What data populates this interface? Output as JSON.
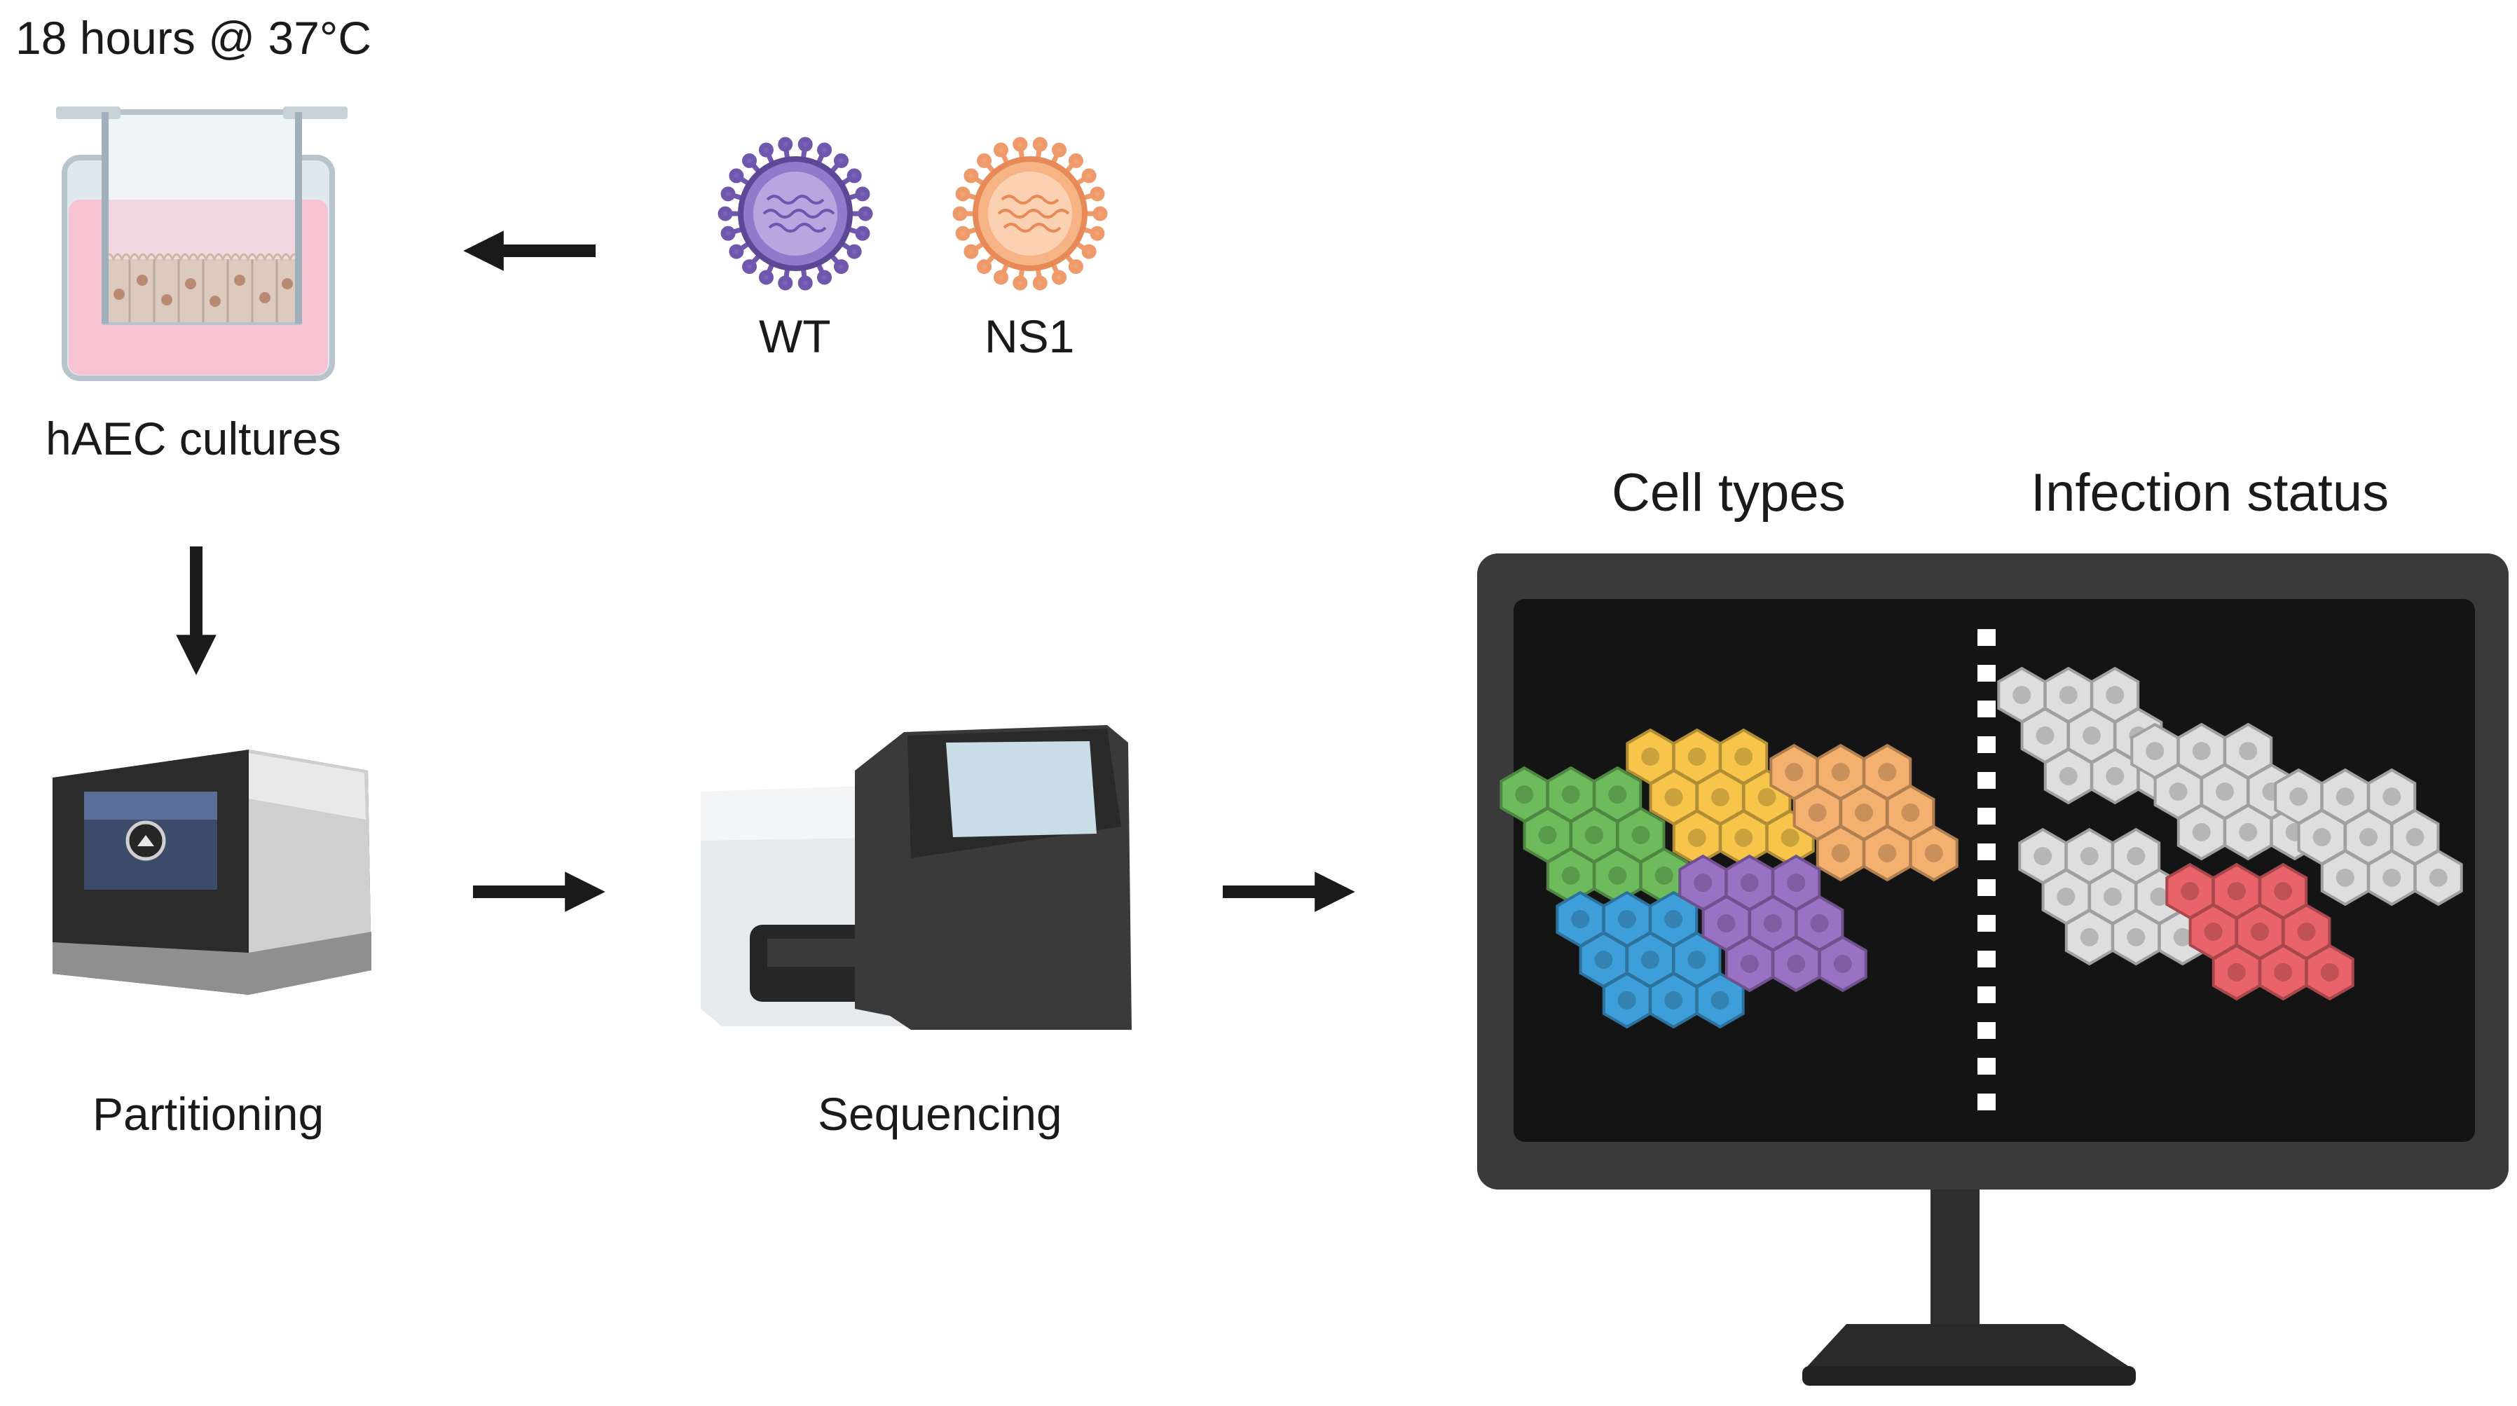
{
  "labels": {
    "incubation": "18 hours @ 37°C",
    "culture": "hAEC cultures",
    "virus_wt": "WT",
    "virus_ns1": "NS1",
    "partitioning": "Partitioning",
    "sequencing": "Sequencing",
    "cell_types": "Cell types",
    "infection_status": "Infection status"
  },
  "colors": {
    "wt_virus": "#7b62b8",
    "ns1_virus": "#f2a174",
    "culture_medium": "#f7c3d3",
    "cells": "#dccbbd",
    "monitor": "#3a3a3a",
    "screen": "#141414",
    "cluster_green": "#6dbb5c",
    "cluster_yellow": "#f6c54a",
    "cluster_orange": "#f4b06e",
    "cluster_blue": "#3e9ed9",
    "cluster_purple": "#9a72c4",
    "uninfected": "#dedede",
    "infected": "#e9636a"
  },
  "icons": [
    "transwell-icon",
    "virus-wt-icon",
    "virus-ns1-icon",
    "partitioning-instrument-icon",
    "sequencer-icon",
    "monitor-icon"
  ]
}
